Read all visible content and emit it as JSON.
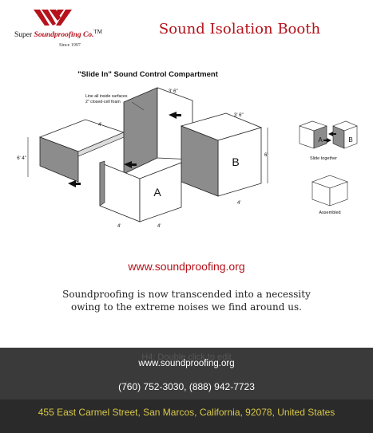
{
  "header": {
    "logo": {
      "prefix": "Super",
      "brand": "Soundproofing Co.",
      "tm": "TM",
      "since": "Since 1997"
    },
    "title": "Sound Isolation Booth"
  },
  "diagram": {
    "heading": "\"Slide In\" Sound Control Compartment",
    "note_line1": "Line all inside surfaces",
    "note_line2": "2\" closed-cell foam",
    "dim_3_6_top": "3' 6\"",
    "dim_3_6_right": "3' 6\"",
    "dim_4_left": "4'",
    "dim_6_4": "6' 4\"",
    "dim_6": "6'",
    "dim_4_b": "4'",
    "dim_4_a1": "4'",
    "dim_4_a2": "4'",
    "label_a": "A",
    "label_b": "B",
    "small_a": "A",
    "small_b": "B",
    "caption_slide": "Slide together",
    "caption_assembled": "Assembled",
    "colors": {
      "panel": "#8c8c8c",
      "outline": "#222222"
    }
  },
  "main": {
    "site_link": "www.soundproofing.org",
    "body_text": "Soundproofing is now transcended into a necessity owing to the extreme noises we find around us."
  },
  "footer": {
    "editor_hint": "H4: Double click to edit",
    "link": "www.soundproofing.org",
    "phone": "(760) 752-3030, (888) 942-7723",
    "address": "455 East Carmel Street, San Marcos, California, 92078, United States",
    "colors": {
      "top_bg": "#3a3a3a",
      "bottom_bg": "#2a2a2a",
      "address": "#d8c84a",
      "accent": "#b5121b"
    }
  }
}
